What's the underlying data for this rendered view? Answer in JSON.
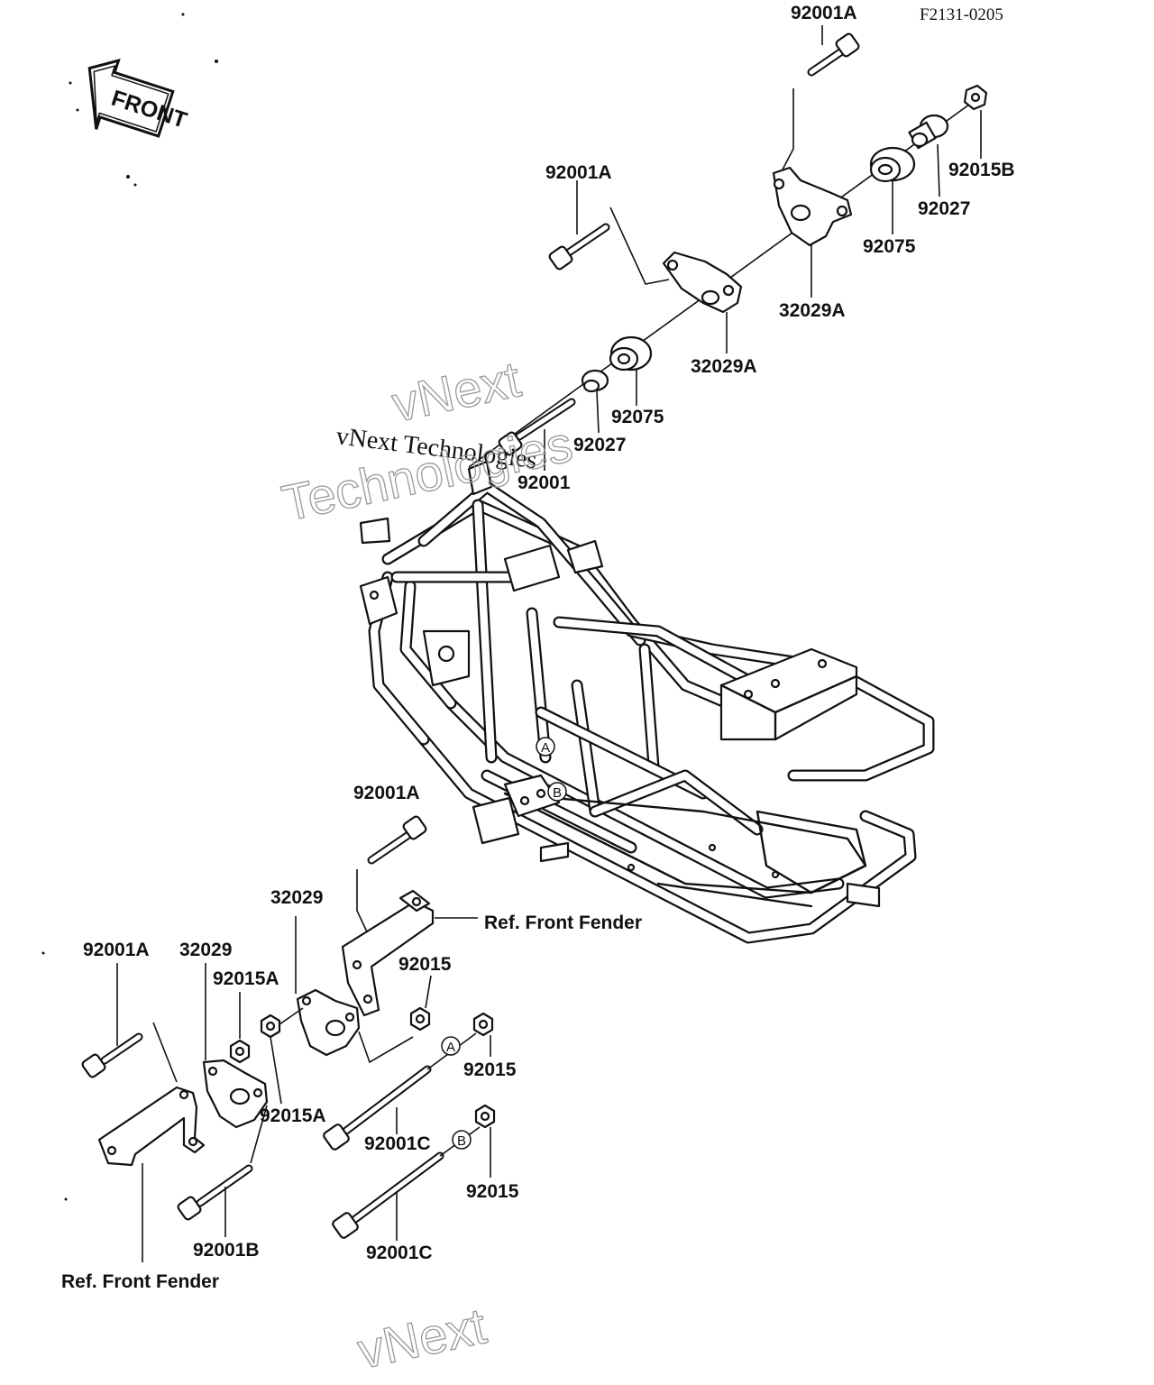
{
  "figure_code": "F2131-0205",
  "front_arrow": "FRONT",
  "watermark": {
    "serif_line": "vNext Technologies",
    "outline_top": "vNext",
    "outline_bottom": "Technologies",
    "outline_footer": "vNext"
  },
  "callouts": {
    "top_bolt": "92001A",
    "upper_left_bolt": "92001A",
    "nut_92015B": "92015B",
    "collar_92027_upper": "92027",
    "rubber_92075_upper": "92075",
    "bracket_32029A_right": "32029A",
    "bracket_32029A_left": "32029A",
    "rubber_92075_lower": "92075",
    "collar_92027_lower": "92027",
    "upper_long_bolt": "92001",
    "front_bolt_mid": "92001A",
    "bracket_32029_mid": "32029",
    "ref_front_fender_right": "Ref. Front Fender",
    "nut_92015_mid": "92015",
    "bolt_92001A_left": "92001A",
    "bracket_32029_left": "32029",
    "nut_92015A_upper": "92015A",
    "nut_92015A_lower": "92015A",
    "nut_92015_A": "92015",
    "long_bolt_92001C_upper": "92001C",
    "nut_92015_B": "92015",
    "long_bolt_92001C_lower": "92001C",
    "bolt_92001B": "92001B",
    "ref_front_fender_left": "Ref. Front Fender"
  },
  "reference_marks": [
    "A",
    "B"
  ]
}
